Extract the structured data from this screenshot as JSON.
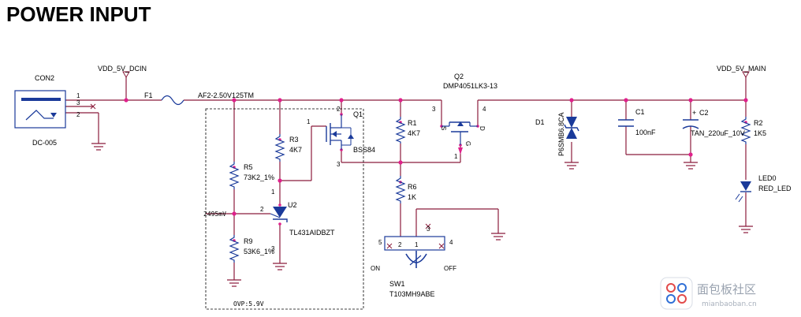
{
  "title": "POWER INPUT",
  "nets": {
    "vdd_dcin": "VDD_5V_DCIN",
    "vdd_main": "VDD_5V_MAIN",
    "ovp_node": "2495mV",
    "ovp_note": "OVP:5.9V"
  },
  "connector": {
    "ref": "CON2",
    "part": "DC-005",
    "pins": [
      "1",
      "3",
      "2"
    ]
  },
  "fuse": {
    "ref": "F1",
    "part": "AF2-2.50V125TM"
  },
  "q1": {
    "ref": "Q1",
    "part": "BSS84",
    "pins": [
      "1",
      "2",
      "3"
    ]
  },
  "q2": {
    "ref": "Q2",
    "part": "DMP4051LK3-13",
    "pins": [
      "3",
      "4",
      "1"
    ],
    "s": "S",
    "g": "G",
    "d": "D"
  },
  "r3": {
    "ref": "R3",
    "value": "4K7"
  },
  "r1": {
    "ref": "R1",
    "value": "4K7"
  },
  "r5": {
    "ref": "R5",
    "value": "73K2_1%"
  },
  "r9": {
    "ref": "R9",
    "value": "53K6_1%"
  },
  "r6": {
    "ref": "R6",
    "value": "1K"
  },
  "r2": {
    "ref": "R2",
    "value": "1K5"
  },
  "u2": {
    "ref": "U2",
    "part": "TL431AIDBZT",
    "pins": [
      "1",
      "2",
      "3"
    ]
  },
  "d1": {
    "ref": "D1",
    "part": "P6SMB6.8CA"
  },
  "c1": {
    "ref": "C1",
    "value": "100nF"
  },
  "c2": {
    "ref": "C2",
    "value": "TAN_220uF_10V",
    "plus": "+"
  },
  "led0": {
    "ref": "LED0",
    "part": "RED_LED"
  },
  "sw1": {
    "ref": "SW1",
    "part": "T103MH9ABE",
    "on": "ON",
    "off": "OFF",
    "pins": [
      "5",
      "2",
      "1",
      "3",
      "4"
    ]
  },
  "watermark": {
    "text": "面包板社区",
    "sub": "mianbaoban.cn"
  },
  "colors": {
    "wire": "#8b1c3c",
    "node": "#e0208c",
    "symbol": "#1a3a9a",
    "text": "#000000"
  }
}
